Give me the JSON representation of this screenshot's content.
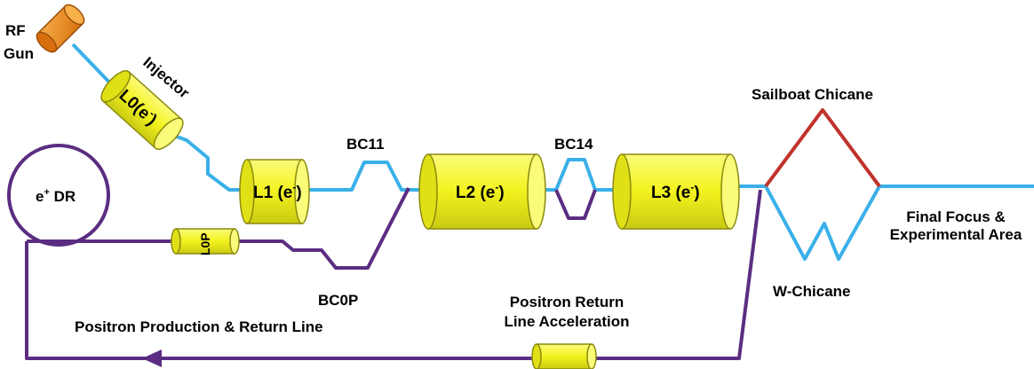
{
  "labels": {
    "rf_gun_line1": "RF",
    "rf_gun_line2": "Gun",
    "injector": "Injector",
    "l0": "L0(e",
    "l0_sup": "-",
    "l0_close": ")",
    "l1": "L1 (e",
    "l1_sup": "-",
    "l1_close": ")",
    "l2": "L2 (e",
    "l2_sup": "-",
    "l2_close": ")",
    "l3": "L3 (e",
    "l3_sup": "-",
    "l3_close": ")",
    "l0p": "L0P",
    "bc11": "BC11",
    "bc14": "BC14",
    "bc0p": "BC0P",
    "dr_prefix": "e",
    "dr_sup": "+",
    "dr_suffix": " DR",
    "sailboat": "Sailboat Chicane",
    "w_chicane": "W-Chicane",
    "final_focus_line1": "Final Focus &",
    "final_focus_line2": "Experimental Area",
    "positron_return_line1": "Positron Return",
    "positron_return_line2": "Line Acceleration",
    "positron_production": "Positron Production & Return Line"
  },
  "colors": {
    "electron_beam": "#3ab0e8",
    "positron_beam": "#5b2d82",
    "sailboat": "#c0332b",
    "cavity_fill": "#f2f21e",
    "cavity_edge": "#8a8a10",
    "gun": "#e8891c"
  }
}
